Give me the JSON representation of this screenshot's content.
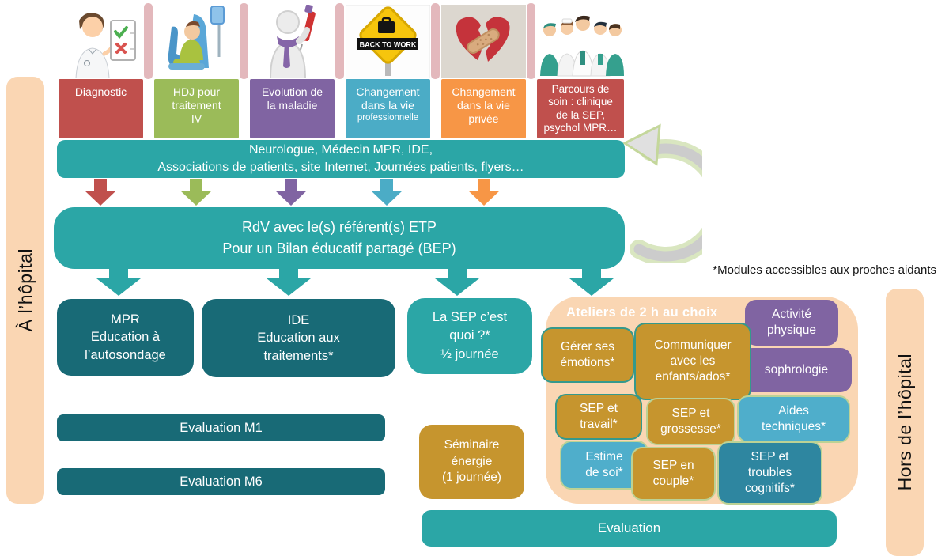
{
  "colors": {
    "teal": "#2BA6A6",
    "dark_teal": "#186A76",
    "gold": "#C6952E",
    "purple": "#8064A2",
    "light_blue": "#4FAECB",
    "steel_blue": "#2E86A0",
    "peach": "#FAD6B3",
    "arrow_red": "#C0504D",
    "arrow_green": "#9BBB59",
    "arrow_purple": "#8064A2",
    "arrow_blue": "#4BACC6",
    "arrow_orange": "#F79646"
  },
  "left_rail": {
    "label": "À l’hôpital"
  },
  "right_rail": {
    "label": "Hors de l’hôpital"
  },
  "note": {
    "text": "*Modules accessibles aux proches aidants"
  },
  "top_row": {
    "items": [
      {
        "label": "Diagnostic"
      },
      {
        "label": "HDJ pour\ntraitement\nIV"
      },
      {
        "label": "Evolution de\nla maladie"
      },
      {
        "label": "Changement\ndans la vie",
        "sublabel": "professionnelle"
      },
      {
        "label": "Changement\ndans la vie\nprivée"
      },
      {
        "label": "Parcours de\nsoin : clinique\nde la SEP,\npsychol MPR…"
      }
    ],
    "sign_text": "BACK TO WORK"
  },
  "banners": {
    "info_line1": "Neurologue, Médecin MPR, IDE,",
    "info_line2": "Associations de patients, site Internet, Journées patients, flyers…",
    "rdv_line1": "RdV avec le(s) référent(s) ETP",
    "rdv_line2": "Pour un Bilan éducatif partagé (BEP)",
    "evaluation": "Evaluation"
  },
  "programs": {
    "mpr": "MPR\nEducation à\nl’autosondage",
    "ide": "IDE\nEducation aux\ntraitements*",
    "sep_quoi": "La SEP c’est\nquoi ?*\n½ journée",
    "eval_m1": "Evaluation M1",
    "eval_m6": "Evaluation M6",
    "seminaire": "Séminaire\nénergie\n(1 journée)"
  },
  "ateliers": {
    "title": "Ateliers de 2 h au choix",
    "items": [
      {
        "label": "Activité\nphysique"
      },
      {
        "label": "sophrologie"
      },
      {
        "label": "Gérer ses\némotions*"
      },
      {
        "label": "Communiquer\navec les\nenfants/ados*"
      },
      {
        "label": "SEP et\ntravail*"
      },
      {
        "label": "SEP et\ngrossesse*"
      },
      {
        "label": "Aides\ntechniques*"
      },
      {
        "label": "Estime\nde soi*"
      },
      {
        "label": "SEP en\ncouple*"
      },
      {
        "label": "SEP et\ntroubles\ncognitifs*"
      }
    ]
  }
}
